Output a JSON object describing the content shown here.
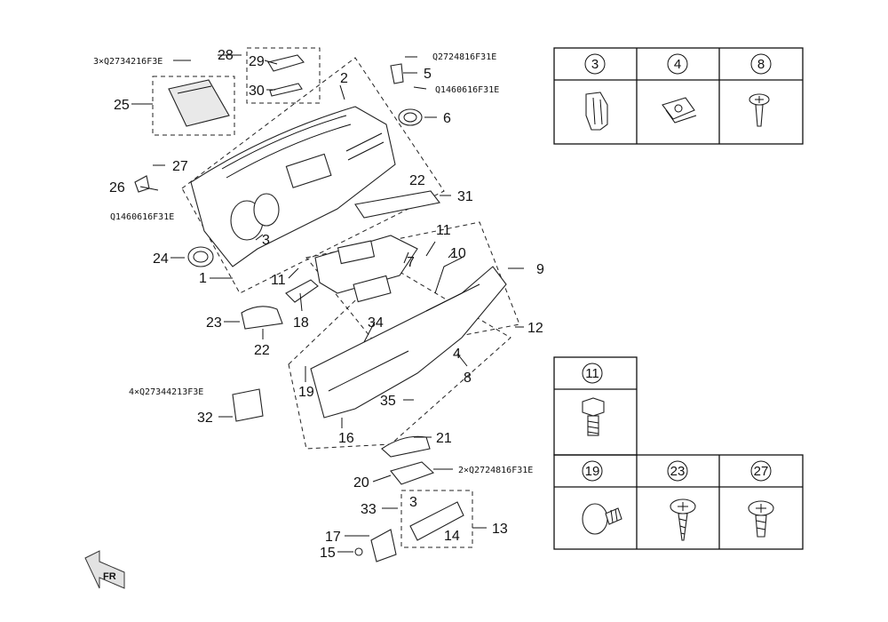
{
  "callouts": {
    "c1": "1",
    "c2": "2",
    "c3a": "3",
    "c3b": "3",
    "c4": "4",
    "c5": "5",
    "c6": "6",
    "c7": "7",
    "c8": "8",
    "c9": "9",
    "c10": "10",
    "c11a": "11",
    "c11b": "11",
    "c12": "12",
    "c13": "13",
    "c14": "14",
    "c15": "15",
    "c16": "16",
    "c17": "17",
    "c18": "18",
    "c19": "19",
    "c20": "20",
    "c21": "21",
    "c22a": "22",
    "c22b": "22",
    "c23": "23",
    "c24": "24",
    "c25": "25",
    "c26": "26",
    "c27": "27",
    "c28": "28",
    "c29": "29",
    "c30": "30",
    "c31": "31",
    "c32": "32",
    "c33": "33",
    "c34": "34",
    "c35": "35"
  },
  "part_numbers": {
    "p1": "3×Q2734216F3E",
    "p2": "Q2724816F31E",
    "p3": "Q1460616F31E",
    "p4": "Q1460616F31E",
    "p5": "4×Q27344213F3E",
    "p6": "2×Q2724816F31E"
  },
  "table_top": [
    "3",
    "4",
    "8"
  ],
  "table_mid": [
    "11"
  ],
  "table_bot": [
    "19",
    "23",
    "27"
  ],
  "orientation": "FR"
}
